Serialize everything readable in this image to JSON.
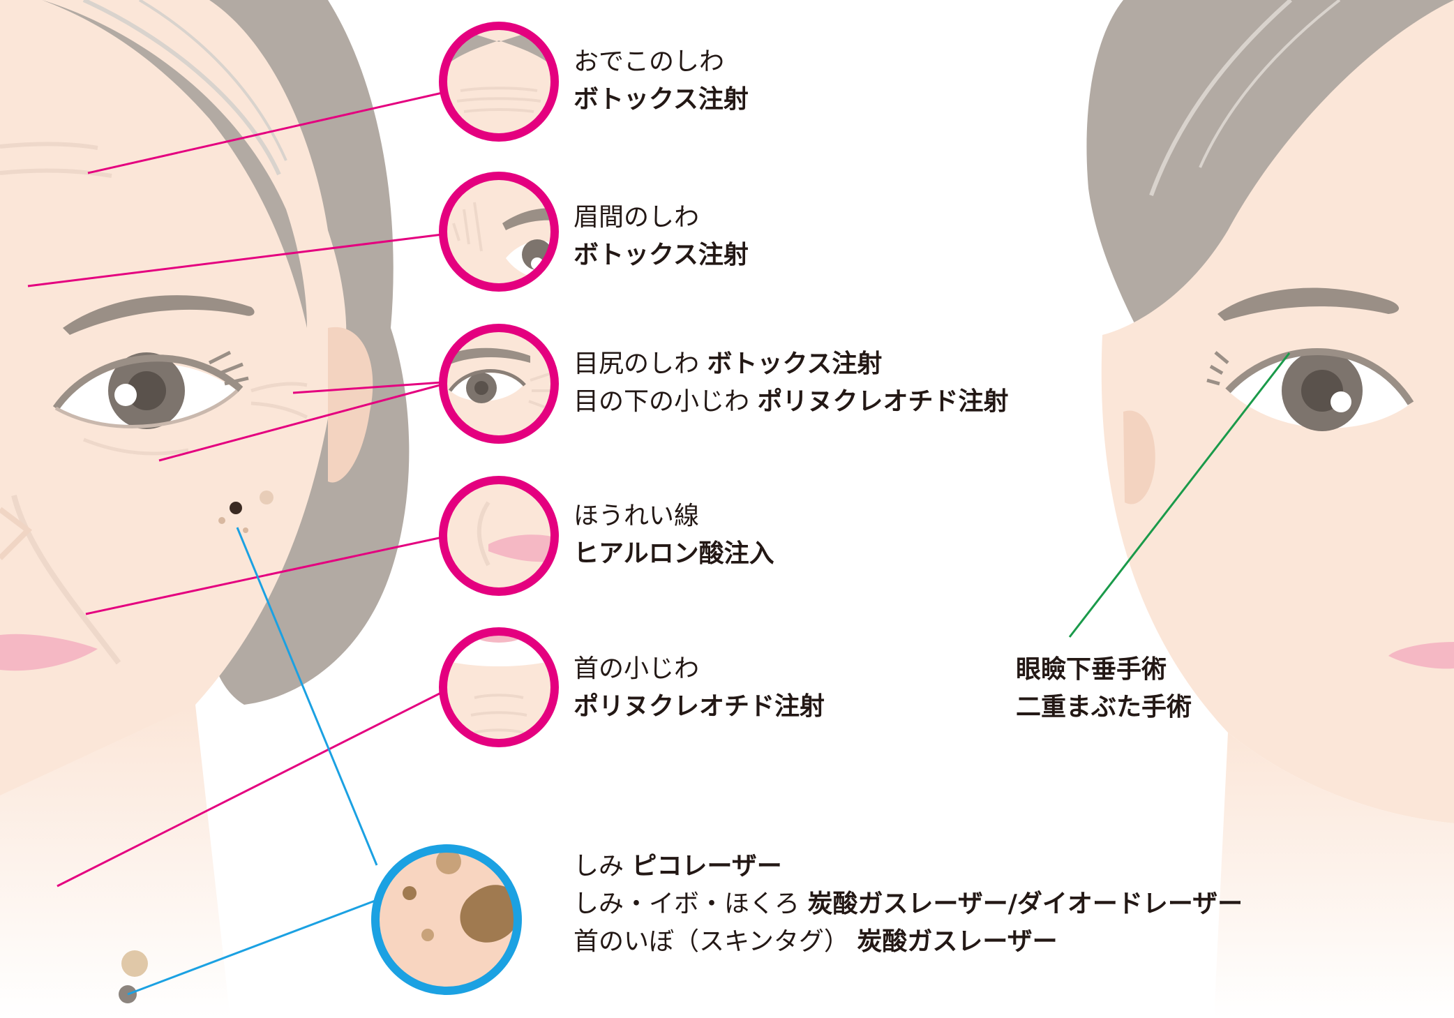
{
  "colors": {
    "skin": "#fbe6d8",
    "skin_shadow": "#f3d3c0",
    "hair": "#b2aaa3",
    "hair_dark": "#9c938b",
    "hair_light": "#d9d3cd",
    "brow": "#9a8f86",
    "iris": "#7d746d",
    "pupil": "#5a524c",
    "lip": "#f5b8c4",
    "magenta": "#e4007f",
    "blue": "#1ba1e2",
    "green": "#1a9a4a",
    "text": "#231815",
    "spot": "#c8a27a",
    "spot_dark": "#a07a50"
  },
  "annotations": {
    "forehead": {
      "name": "おでこのしわ",
      "treatment": "ボトックス注射"
    },
    "glabella": {
      "name": "眉間のしわ",
      "treatment": "ボトックス注射"
    },
    "eye": {
      "line1_name": "目尻のしわ",
      "line1_treatment": "ボトックス注射",
      "line2_name": "目の下の小じわ",
      "line2_treatment": "ポリヌクレオチド注射"
    },
    "nasolabial": {
      "name": "ほうれい線",
      "treatment": "ヒアルロン酸注入"
    },
    "neck": {
      "name": "首の小じわ",
      "treatment": "ポリヌクレオチド注射"
    },
    "spots": {
      "line1_name": "しみ",
      "line1_treatment": "ピコレーザー",
      "line2_name": "しみ・イボ・ほくろ",
      "line2_treatment": "炭酸ガスレーザー/ダイオードレーザー",
      "line3_name": "首のいぼ（スキンタグ）",
      "line3_treatment": "炭酸ガスレーザー"
    },
    "eyelid": {
      "line1": "眼瞼下垂手術",
      "line2": "二重まぶた手術"
    }
  }
}
